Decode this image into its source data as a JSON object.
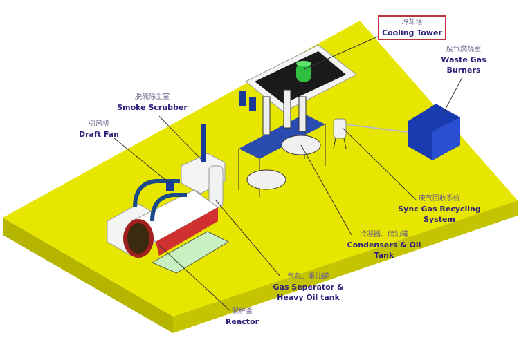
{
  "labels": {
    "cooling_tower": {
      "cn": "冷却塔",
      "en": "Cooling Tower"
    },
    "waste_gas_burners": {
      "cn": "废气燃烧室",
      "en": "Waste Gas Burners"
    },
    "smoke_scrubber": {
      "cn": "脱硫除尘室",
      "en": "Smoke Scrubber"
    },
    "draft_fan": {
      "cn": "引风机",
      "en": "Draft Fan"
    },
    "sync_gas": {
      "cn": "废气回收系统",
      "en": "Sync Gas Recycling System"
    },
    "condensers": {
      "cn": "冷凝器、储油罐",
      "en": "Condensers & Oil Tank"
    },
    "gas_separator": {
      "cn": "气包、重油罐",
      "en": "Gas Seperator & Heavy Oil tank"
    },
    "reactor": {
      "cn": "裂解釜",
      "en": "Reactor"
    }
  },
  "colors": {
    "platform": "#e6e600",
    "platform_side": "#b8b800",
    "label": "#2e1e7a",
    "equipment_blue": "#1a3a9a"
  }
}
